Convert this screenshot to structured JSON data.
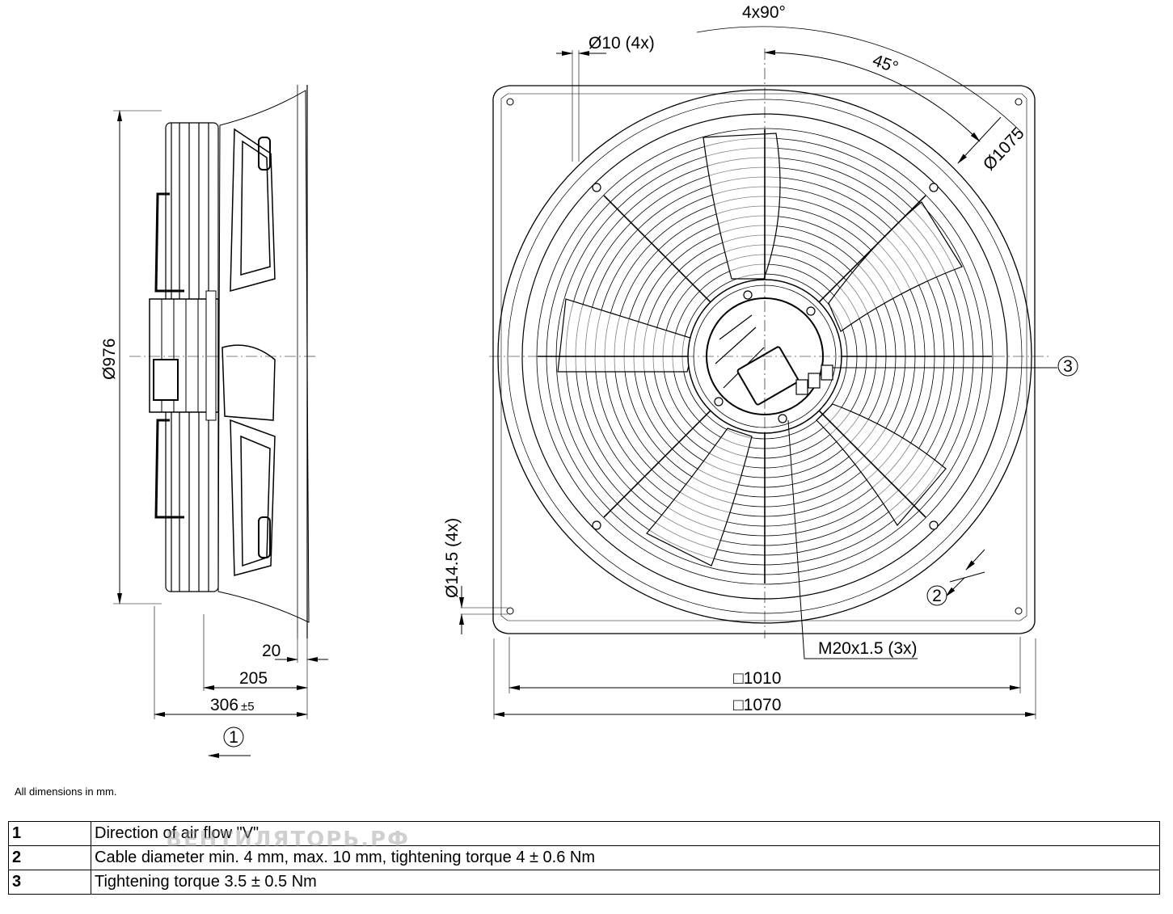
{
  "dimensions": {
    "angle_top": "4x90°",
    "hole_top": "Ø10 (4x)",
    "angle_45": "45°",
    "dia_1075": "Ø1075",
    "dia_976": "Ø976",
    "hole_left": "Ø14.5 (4x)",
    "depth_20": "20",
    "depth_205": "205",
    "depth_306": "306",
    "depth_306_tol": "±5",
    "square_1010": "□1010",
    "square_1070": "□1070",
    "thread": "M20x1.5 (3x)"
  },
  "callouts": {
    "c1": "1",
    "c2": "2",
    "c3": "3"
  },
  "note": "All dimensions in mm.",
  "legend": [
    {
      "num": "1",
      "text": "Direction of air flow \"V\""
    },
    {
      "num": "2",
      "text": "Cable diameter min. 4 mm, max. 10 mm, tightening torque 4 ± 0.6 Nm"
    },
    {
      "num": "3",
      "text": "Tightening torque 3.5 ± 0.5 Nm"
    }
  ],
  "watermark": "ВЕНТИЛЯТОРЬ.РФ"
}
